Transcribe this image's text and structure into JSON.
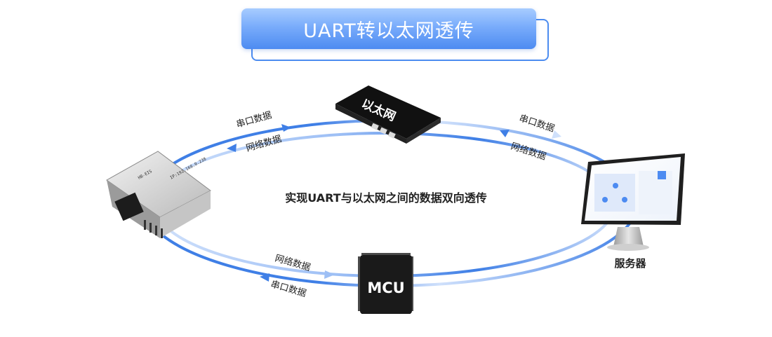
{
  "title": "UART转以太网透传",
  "center_text": "实现UART与以太网之间的数据双向透传",
  "devices": {
    "switch_label": "以太网",
    "mcu_label": "MCU",
    "server_label": "服务器",
    "module_texts": [
      "HB-EIS",
      "IP:192.168.0.238"
    ]
  },
  "flows": {
    "top_left_outer": "串口数据",
    "top_left_inner": "网络数据",
    "top_right_outer": "串口数据",
    "top_right_inner": "网络数据",
    "bottom_left_outer": "网络数据",
    "bottom_left_inner": "串口数据"
  },
  "colors": {
    "accent": "#3f7fe6",
    "light_accent": "#cfe0fb",
    "title_gradient_bottom": "#4d8bf1"
  }
}
